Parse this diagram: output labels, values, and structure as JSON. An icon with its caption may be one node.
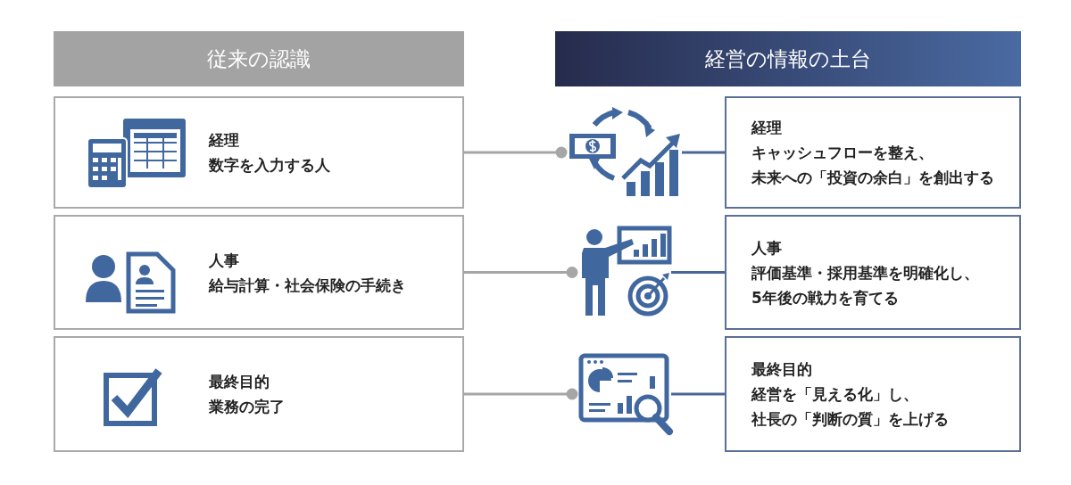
{
  "diagram": {
    "nodes": [
      {
        "text": [
          "従来の認識"
        ]
      },
      {
        "text": [
          "経営の情報の土台"
        ]
      },
      {
        "text": [
          "経理",
          "数字を入力する人"
        ]
      },
      {
        "text": [],
        "shape": "picture"
      },
      {
        "text": [
          "経理",
          "キャッシュフローを整え、未来への「投資の余白」を創出する"
        ]
      },
      {
        "text": [
          "人事",
          "給与計算・社会保険の手続き"
        ]
      },
      {
        "text": [],
        "shape": "picture"
      },
      {
        "text": [
          "人事",
          "評価基準・採用基準を明確化し、5年後の戦力を育てる"
        ]
      },
      {
        "text": [
          "最終目的",
          "業務の完了"
        ]
      },
      {
        "text": [],
        "shape": "picture"
      },
      {
        "text": [
          "最終目的",
          "経営を「見える化」し、社長の「判断の質」を上げる"
        ]
      }
    ],
    "edges": [
      {
        "from": 2,
        "to": 3,
        "arrow": "other",
        "color": "#a6a6a6"
      },
      {
        "from": 3,
        "to": 4,
        "arrow": "none",
        "color": "#4a6699"
      },
      {
        "from": 5,
        "to": 6,
        "arrow": "other",
        "color": "#a6a6a6"
      },
      {
        "from": 6,
        "to": 7,
        "arrow": "none",
        "color": "#4a6699"
      },
      {
        "from": 8,
        "to": 9,
        "arrow": "other",
        "color": "#a6a6a6"
      },
      {
        "from": 9,
        "to": 10,
        "arrow": "none",
        "color": "#4a6699"
      }
    ]
  }
}
